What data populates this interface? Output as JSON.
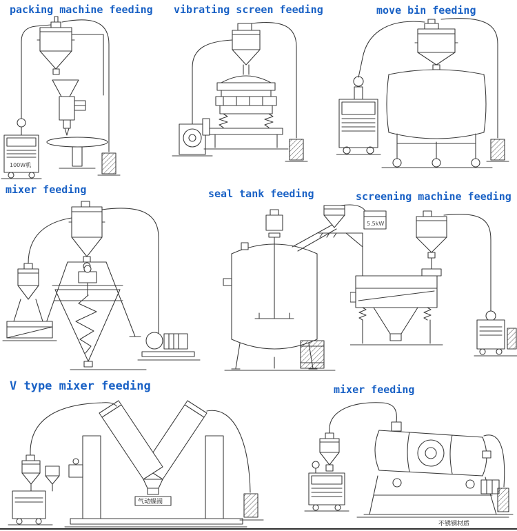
{
  "palette": {
    "label_blue": "#1961c5",
    "line": "#3c3c3c",
    "background": "#ffffff"
  },
  "sections": [
    {
      "label": "packing machine feeding"
    },
    {
      "label": "vibrating screen feeding"
    },
    {
      "label": "move bin feeding"
    },
    {
      "label": "mixer feeding"
    },
    {
      "label": "seal tank feeding"
    },
    {
      "label": "screening machine feeding"
    },
    {
      "label": "V type mixer feeding"
    },
    {
      "label": "mixer feeding"
    }
  ],
  "annotations": {
    "packing_cabinet": "100W机",
    "seal_tank_unit": "5.5kW",
    "v_mixer_valve": "气动蝶阀",
    "mixer2_material": "不锈钢材质"
  }
}
